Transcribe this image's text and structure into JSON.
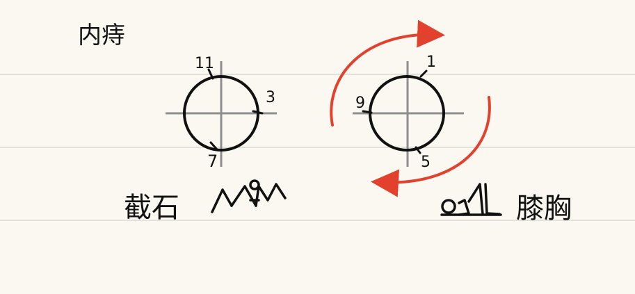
{
  "title": "内痔",
  "colors": {
    "paper": "#fbf8f1",
    "rule": "#d7d3cc",
    "ink": "#111111",
    "axis": "#8f8f8f",
    "arrow": "#e2412e"
  },
  "left": {
    "marks": [
      "11",
      "3",
      "7"
    ],
    "position_label": "截石"
  },
  "right": {
    "marks": [
      "1",
      "9",
      "5"
    ],
    "position_label": "膝胸"
  },
  "icons": [
    "lithotomy-figure-icon",
    "knee-chest-figure-icon",
    "rotation-arrow-icon"
  ]
}
